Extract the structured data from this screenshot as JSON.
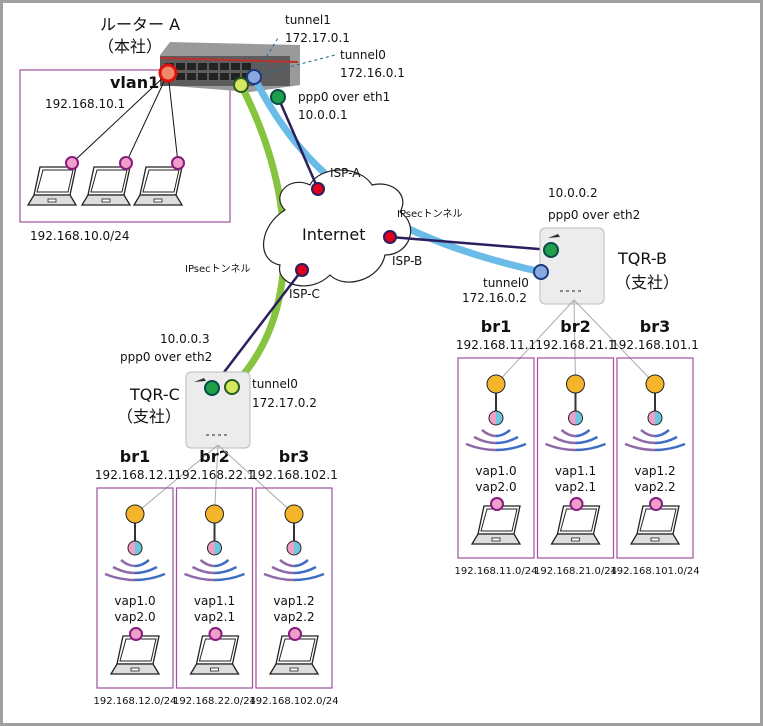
{
  "colors": {
    "border": "#a0a0a0",
    "box": "#a0529a",
    "tunnel0": "#6bbbe8",
    "tunnel1": "#86c440",
    "wan": "#2b1f5e",
    "isp_dot": "#e0001b",
    "port_green": "#1ea04a",
    "port_blue": "#8aa8e0",
    "port_yellow": "#d6e860",
    "lan_red": "#f0886a",
    "host_pink": "#f0a0c8",
    "bridge_orange": "#f5b52a",
    "wifi_purple": "#8e6ba8",
    "wifi_blue": "#3f6cc4"
  },
  "router_a": {
    "title": "ルーター A",
    "subtitle": "（本社）",
    "vlan_name": "vlan1",
    "vlan_ip": "192.168.10.1",
    "subnet": "192.168.10.0/24",
    "tunnel1_label": "tunnel1",
    "tunnel1_ip": "172.17.0.1",
    "tunnel0_label": "tunnel0",
    "tunnel0_ip": "172.16.0.1",
    "ppp_label": "ppp0 over eth1",
    "ppp_ip": "10.0.0.1"
  },
  "internet": {
    "label": "Internet",
    "isp_a": "ISP-A",
    "isp_b": "ISP-B",
    "isp_c": "ISP-C",
    "ipsec_b": "IPsecトンネル",
    "ipsec_c": "IPsecトンネル"
  },
  "tqr_b": {
    "title": "TQR-B",
    "subtitle": "（支社）",
    "ppp_ip": "10.0.0.2",
    "ppp_label": "ppp0 over eth2",
    "tunnel_label": "tunnel0",
    "tunnel_ip": "172.16.0.2",
    "branches": [
      {
        "name": "br1",
        "ip": "192.168.11.1",
        "vap1": "vap1.0",
        "vap2": "vap2.0",
        "subnet": "192.168.11.0/24"
      },
      {
        "name": "br2",
        "ip": "192.168.21.1",
        "vap1": "vap1.1",
        "vap2": "vap2.1",
        "subnet": "192.168.21.0/24"
      },
      {
        "name": "br3",
        "ip": "192.168.101.1",
        "vap1": "vap1.2",
        "vap2": "vap2.2",
        "subnet": "192.168.101.0/24"
      }
    ]
  },
  "tqr_c": {
    "title": "TQR-C",
    "subtitle": "（支社）",
    "ppp_ip": "10.0.0.3",
    "ppp_label": "ppp0 over eth2",
    "tunnel_label": "tunnel0",
    "tunnel_ip": "172.17.0.2",
    "branches": [
      {
        "name": "br1",
        "ip": "192.168.12.1",
        "vap1": "vap1.0",
        "vap2": "vap2.0",
        "subnet": "192.168.12.0/24"
      },
      {
        "name": "br2",
        "ip": "192.168.22.1",
        "vap1": "vap1.1",
        "vap2": "vap2.1",
        "subnet": "192.168.22.0/24"
      },
      {
        "name": "br3",
        "ip": "192.168.102.1",
        "vap1": "vap1.2",
        "vap2": "vap2.2",
        "subnet": "192.168.102.0/24"
      }
    ]
  }
}
